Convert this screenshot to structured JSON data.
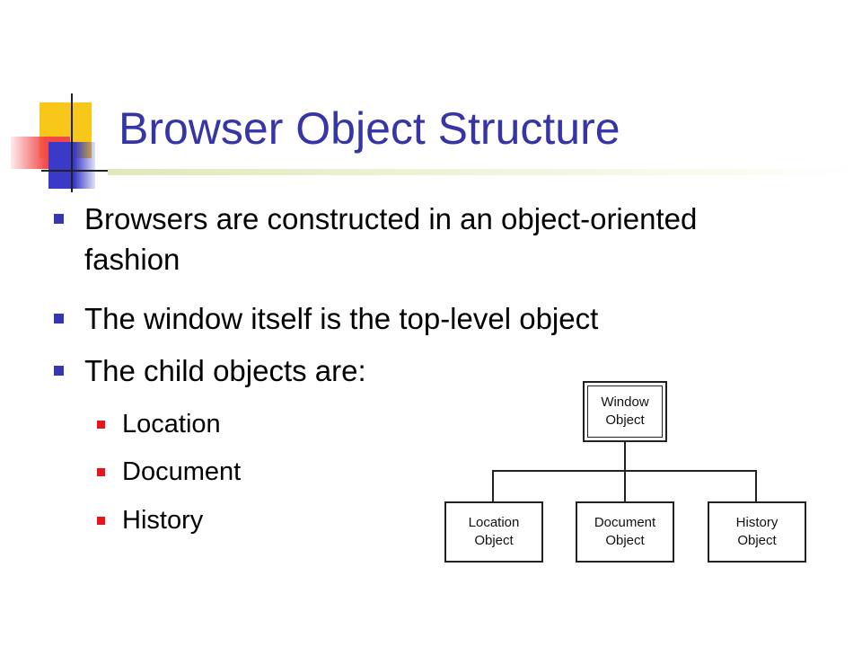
{
  "slide": {
    "title": "Browser Object Structure",
    "bullets": [
      "Browsers are constructed in an object-oriented fashion",
      "The window itself is the top-level object",
      "The child objects are:"
    ],
    "sub_bullets": [
      "Location",
      "Document",
      "History"
    ]
  },
  "diagram": {
    "root": {
      "line1": "Window",
      "line2": "Object"
    },
    "children": [
      {
        "line1": "Location",
        "line2": "Object"
      },
      {
        "line1": "Document",
        "line2": "Object"
      },
      {
        "line1": "History",
        "line2": "Object"
      }
    ]
  },
  "colors": {
    "title": "#3535a8",
    "bullet_marker": "#3636b0",
    "sub_bullet_marker": "#e8161c",
    "accent_yellow": "#f7c81a",
    "accent_red": "#f24848"
  }
}
